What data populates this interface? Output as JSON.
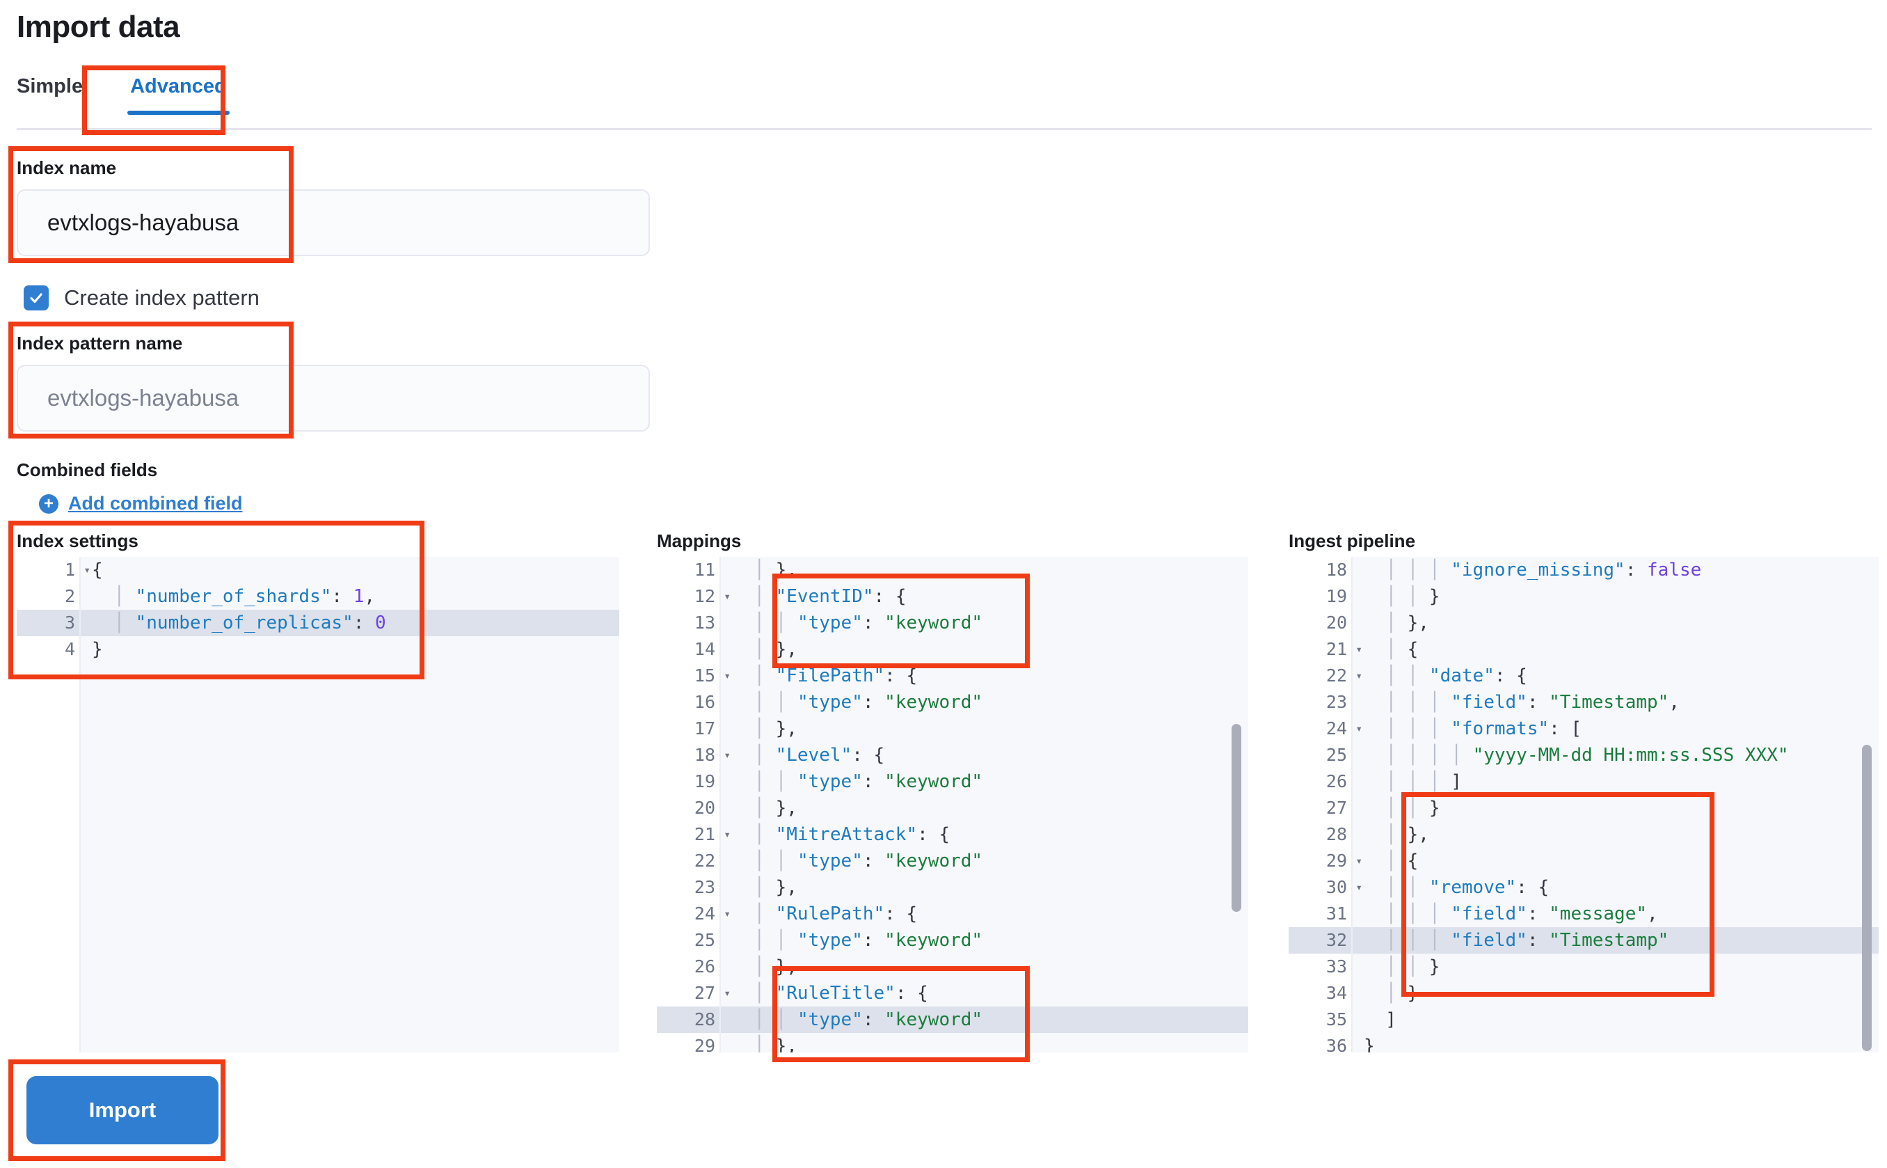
{
  "page": {
    "title": "Import data"
  },
  "tabs": [
    {
      "label": "Simple",
      "active": false
    },
    {
      "label": "Advanced",
      "active": true
    }
  ],
  "form": {
    "index_name": {
      "label": "Index name",
      "value": "evtxlogs-hayabusa"
    },
    "create_index_pattern": {
      "label": "Create index pattern",
      "checked": true
    },
    "index_pattern_name": {
      "label": "Index pattern name",
      "placeholder": "evtxlogs-hayabusa"
    },
    "combined_fields": {
      "label": "Combined fields",
      "add_link": "Add combined field"
    },
    "import_button": "Import"
  },
  "editors": {
    "index_settings": {
      "label": "Index settings",
      "first_line": 1,
      "highlight_line": 3,
      "lines": [
        {
          "n": 1,
          "fold": true,
          "text": "{"
        },
        {
          "n": 2,
          "fold": false,
          "text": "    \"number_of_shards\": 1,"
        },
        {
          "n": 3,
          "fold": false,
          "text": "    \"number_of_replicas\": 0"
        },
        {
          "n": 4,
          "fold": false,
          "text": "}"
        }
      ]
    },
    "mappings": {
      "label": "Mappings",
      "first_line": 11,
      "highlight_line": 28,
      "lines": [
        {
          "n": 11,
          "fold": false,
          "text": "    },"
        },
        {
          "n": 12,
          "fold": true,
          "text": "    \"EventID\": {"
        },
        {
          "n": 13,
          "fold": false,
          "text": "      \"type\": \"keyword\""
        },
        {
          "n": 14,
          "fold": false,
          "text": "    },"
        },
        {
          "n": 15,
          "fold": true,
          "text": "    \"FilePath\": {"
        },
        {
          "n": 16,
          "fold": false,
          "text": "      \"type\": \"keyword\""
        },
        {
          "n": 17,
          "fold": false,
          "text": "    },"
        },
        {
          "n": 18,
          "fold": true,
          "text": "    \"Level\": {"
        },
        {
          "n": 19,
          "fold": false,
          "text": "      \"type\": \"keyword\""
        },
        {
          "n": 20,
          "fold": false,
          "text": "    },"
        },
        {
          "n": 21,
          "fold": true,
          "text": "    \"MitreAttack\": {"
        },
        {
          "n": 22,
          "fold": false,
          "text": "      \"type\": \"keyword\""
        },
        {
          "n": 23,
          "fold": false,
          "text": "    },"
        },
        {
          "n": 24,
          "fold": true,
          "text": "    \"RulePath\": {"
        },
        {
          "n": 25,
          "fold": false,
          "text": "      \"type\": \"keyword\""
        },
        {
          "n": 26,
          "fold": false,
          "text": "    },"
        },
        {
          "n": 27,
          "fold": true,
          "text": "    \"RuleTitle\": {"
        },
        {
          "n": 28,
          "fold": false,
          "text": "      \"type\": \"keyword\""
        },
        {
          "n": 29,
          "fold": false,
          "text": "    },"
        }
      ]
    },
    "ingest_pipeline": {
      "label": "Ingest pipeline",
      "first_line": 18,
      "highlight_line": 32,
      "lines": [
        {
          "n": 18,
          "fold": false,
          "text": "        \"ignore_missing\": false"
        },
        {
          "n": 19,
          "fold": false,
          "text": "      }"
        },
        {
          "n": 20,
          "fold": false,
          "text": "    },"
        },
        {
          "n": 21,
          "fold": true,
          "text": "    {"
        },
        {
          "n": 22,
          "fold": true,
          "text": "      \"date\": {"
        },
        {
          "n": 23,
          "fold": false,
          "text": "        \"field\": \"Timestamp\","
        },
        {
          "n": 24,
          "fold": true,
          "text": "        \"formats\": ["
        },
        {
          "n": 25,
          "fold": false,
          "text": "          \"yyyy-MM-dd HH:mm:ss.SSS XXX\""
        },
        {
          "n": 26,
          "fold": false,
          "text": "        ]"
        },
        {
          "n": 27,
          "fold": false,
          "text": "      }"
        },
        {
          "n": 28,
          "fold": false,
          "text": "    },"
        },
        {
          "n": 29,
          "fold": true,
          "text": "    {"
        },
        {
          "n": 30,
          "fold": true,
          "text": "      \"remove\": {"
        },
        {
          "n": 31,
          "fold": false,
          "text": "        \"field\": \"message\","
        },
        {
          "n": 32,
          "fold": false,
          "text": "        \"field\": \"Timestamp\""
        },
        {
          "n": 33,
          "fold": false,
          "text": "      }"
        },
        {
          "n": 34,
          "fold": false,
          "text": "    }"
        },
        {
          "n": 35,
          "fold": false,
          "text": "  ]"
        },
        {
          "n": 36,
          "fold": false,
          "text": "}"
        }
      ]
    }
  },
  "colors": {
    "accent": "#2f7ed1",
    "annotation": "#f03c16",
    "tab_active": "#1a73c9",
    "code_key": "#1e7bbf",
    "code_string": "#1a7d3c",
    "code_bool": "#6f42e0"
  },
  "annotations": [
    {
      "name": "advanced-tab"
    },
    {
      "name": "index-name-field"
    },
    {
      "name": "index-pattern-name-field"
    },
    {
      "name": "index-settings-editor"
    },
    {
      "name": "mappings-eventid-block"
    },
    {
      "name": "mappings-ruletitle-block"
    },
    {
      "name": "ingest-remove-block"
    },
    {
      "name": "import-button"
    }
  ]
}
